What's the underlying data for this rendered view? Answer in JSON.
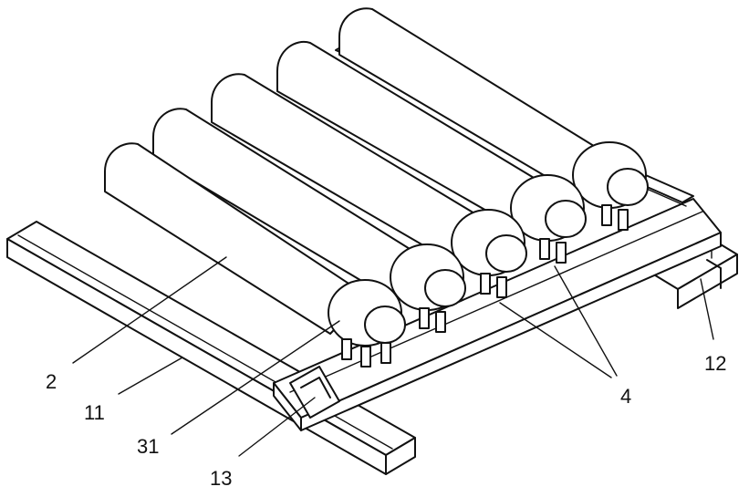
{
  "labels": [
    {
      "id": "2",
      "text": "2"
    },
    {
      "id": "11",
      "text": "11"
    },
    {
      "id": "31",
      "text": "31"
    },
    {
      "id": "13",
      "text": "13"
    },
    {
      "id": "4",
      "text": "4"
    },
    {
      "id": "12",
      "text": "12"
    }
  ]
}
